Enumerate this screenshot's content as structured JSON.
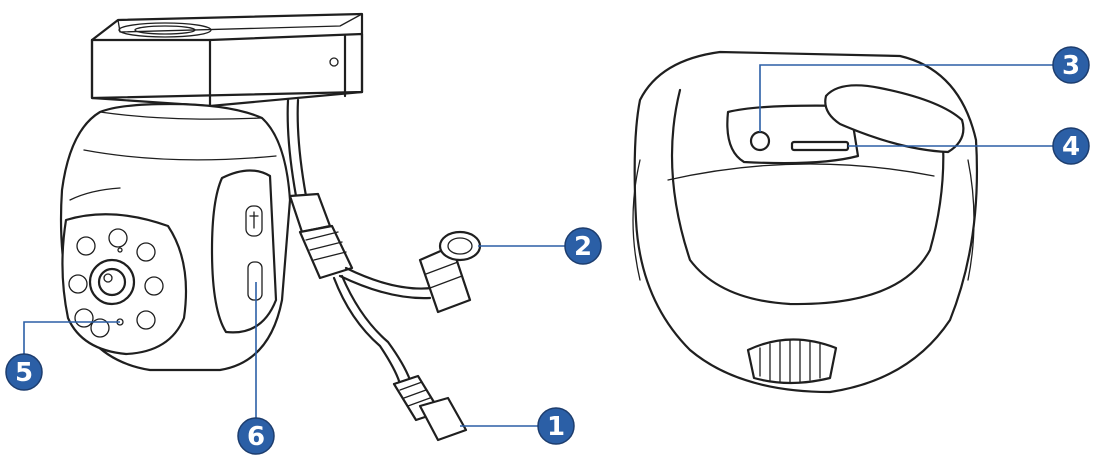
{
  "colors": {
    "callout": "#2b5fa6",
    "ink": "#1f1f1f",
    "background": "#ffffff"
  },
  "callouts": [
    {
      "number": "1"
    },
    {
      "number": "2"
    },
    {
      "number": "3"
    },
    {
      "number": "4"
    },
    {
      "number": "5"
    },
    {
      "number": "6"
    }
  ]
}
